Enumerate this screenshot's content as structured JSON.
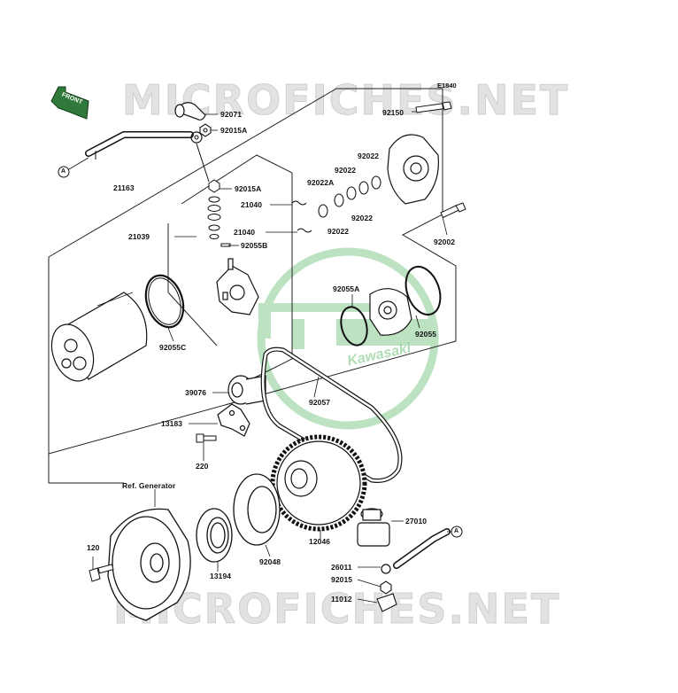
{
  "diagram_code": "E1840",
  "watermark": "MICROFICHES.NET",
  "brand_logo_text": "Kawasaki",
  "front_label": "FRONT",
  "ref_generator": "Ref. Generator",
  "connector_marker": "A",
  "parts": {
    "p92071": "92071",
    "p92015A_top": "92015A",
    "p92015A": "92015A",
    "p21163": "21163",
    "p21040a": "21040",
    "p21040b": "21040",
    "p21039": "21039",
    "p92055B": "92055B",
    "p92055C": "92055C",
    "p92150": "92150",
    "p92022a": "92022",
    "p92022b": "92022",
    "p92022A": "92022A",
    "p92022c": "92022",
    "p92022d": "92022",
    "p92002": "92002",
    "p92055A": "92055A",
    "p92055": "92055",
    "p39076": "39076",
    "p92057": "92057",
    "p13183": "13183",
    "p220": "220",
    "p12046": "12046",
    "p27010": "27010",
    "p120": "120",
    "p13194": "13194",
    "p92048": "92048",
    "p26011": "26011",
    "p92015": "92015",
    "p11012": "11012"
  }
}
